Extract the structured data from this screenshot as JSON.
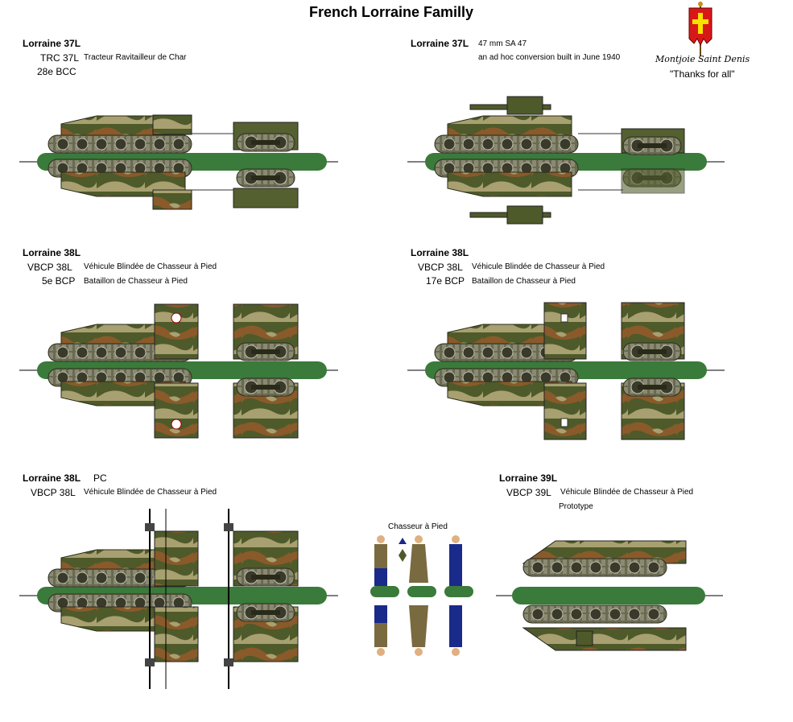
{
  "title": "French Lorraine Familly",
  "emblem": {
    "motto": "Montjoie Saint Denis",
    "thanks": "\"Thanks for all\"",
    "colors": {
      "banner": "#d81818",
      "cross": "#f8e000",
      "pole": "#6a4a10"
    }
  },
  "panels": [
    {
      "name": "Lorraine 37L",
      "lines": [
        {
          "a": "TRC 37L",
          "b": "Tracteur Ravitailleur de Char"
        },
        {
          "a": "28e BCC",
          "b": ""
        }
      ]
    },
    {
      "name": "Lorraine 37L",
      "name_extra": "47 mm SA 47",
      "lines": [
        {
          "a": "",
          "b": "an ad hoc conversion built in June 1940"
        }
      ]
    },
    {
      "name": "Lorraine 38L",
      "lines": [
        {
          "a": "VBCP 38L",
          "b": "Véhicule Blindée de Chasseur à Pied"
        },
        {
          "a": "5e BCP",
          "b": "Bataillon de Chasseur à Pied"
        }
      ]
    },
    {
      "name": "Lorraine 38L",
      "lines": [
        {
          "a": "VBCP 38L",
          "b": "Véhicule Blindée de Chasseur à Pied"
        },
        {
          "a": "17e BCP",
          "b": "Bataillon de Chasseur à Pied"
        }
      ]
    },
    {
      "name": "Lorraine 38L",
      "name_extra": "PC",
      "lines": [
        {
          "a": "VBCP 38L",
          "b": "Véhicule Blindée de Chasseur à Pied"
        }
      ]
    },
    {
      "name": "Lorraine 39L",
      "lines": [
        {
          "a": "VBCP 39L",
          "b": "Véhicule Blindée de Chasseur à Pied"
        },
        {
          "a": "",
          "b": "Prototype"
        }
      ]
    }
  ],
  "figures": {
    "caption": "Chasseur à Pied"
  },
  "palette": {
    "camo_green": "#4e5a2a",
    "camo_brown": "#8a5a2a",
    "camo_tan": "#a8a070",
    "olive": "#556030",
    "base_green": "#3a7a3a",
    "track": "#6a6a52"
  }
}
